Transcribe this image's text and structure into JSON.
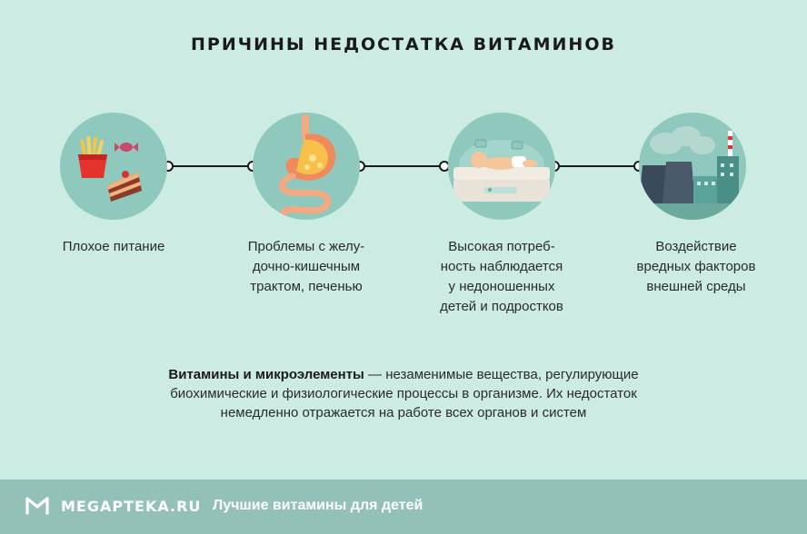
{
  "title": "ПРИЧИНЫ НЕДОСТАТКА ВИТАМИНОВ",
  "causes": [
    {
      "icon": "junk-food-icon",
      "lines": [
        "Плохое питание"
      ]
    },
    {
      "icon": "stomach-intestine-icon",
      "lines": [
        "Проблемы с желу-",
        "дочно-кишечным",
        "трактом, печенью"
      ]
    },
    {
      "icon": "incubator-baby-icon",
      "lines": [
        "Высокая потреб-",
        "ность наблюдается",
        "у недоношенных",
        "детей и подростков"
      ]
    },
    {
      "icon": "factory-pollution-icon",
      "lines": [
        "Воздействие",
        "вредных факторов",
        "внешней среды"
      ]
    }
  ],
  "description": {
    "bold": "Витамины и микроэлементы",
    "line1_rest": " — незаменимые вещества, регулирующие",
    "line2": "биохимические и физиологические процессы в организме. Их недостаток",
    "line3": "немедленно отражается на работе всех органов и систем"
  },
  "footer": {
    "brand": "MEGAPTEKA.RU",
    "tagline": "Лучшие витамины для детей"
  },
  "colors": {
    "background": "#ccebe3",
    "circle": "#8fc9bd",
    "footer": "#93c1b8",
    "text": "#2a2a2a"
  }
}
